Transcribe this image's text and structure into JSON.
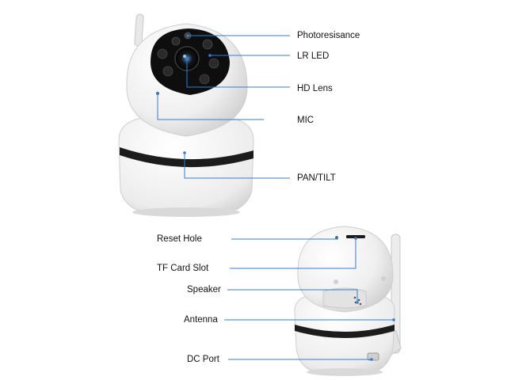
{
  "colors": {
    "callout_line": "#2f7fd6",
    "camera_body": "#f4f4f4",
    "camera_shadow": "#d6d6d6",
    "lens_panel": "#101010",
    "band": "#1c1c1c"
  },
  "callouts_front": [
    {
      "id": "photoresistance",
      "label": "Photoresisance"
    },
    {
      "id": "lr-led",
      "label": "LR LED"
    },
    {
      "id": "hd-lens",
      "label": "HD Lens"
    },
    {
      "id": "mic",
      "label": "MIC"
    },
    {
      "id": "pan-tilt",
      "label": "PAN/TILT"
    }
  ],
  "callouts_back": [
    {
      "id": "reset-hole",
      "label": "Reset Hole"
    },
    {
      "id": "tf-card-slot",
      "label": "TF Card Slot"
    },
    {
      "id": "speaker",
      "label": "Speaker"
    },
    {
      "id": "antenna",
      "label": "Antenna"
    },
    {
      "id": "dc-port",
      "label": "DC Port"
    }
  ]
}
